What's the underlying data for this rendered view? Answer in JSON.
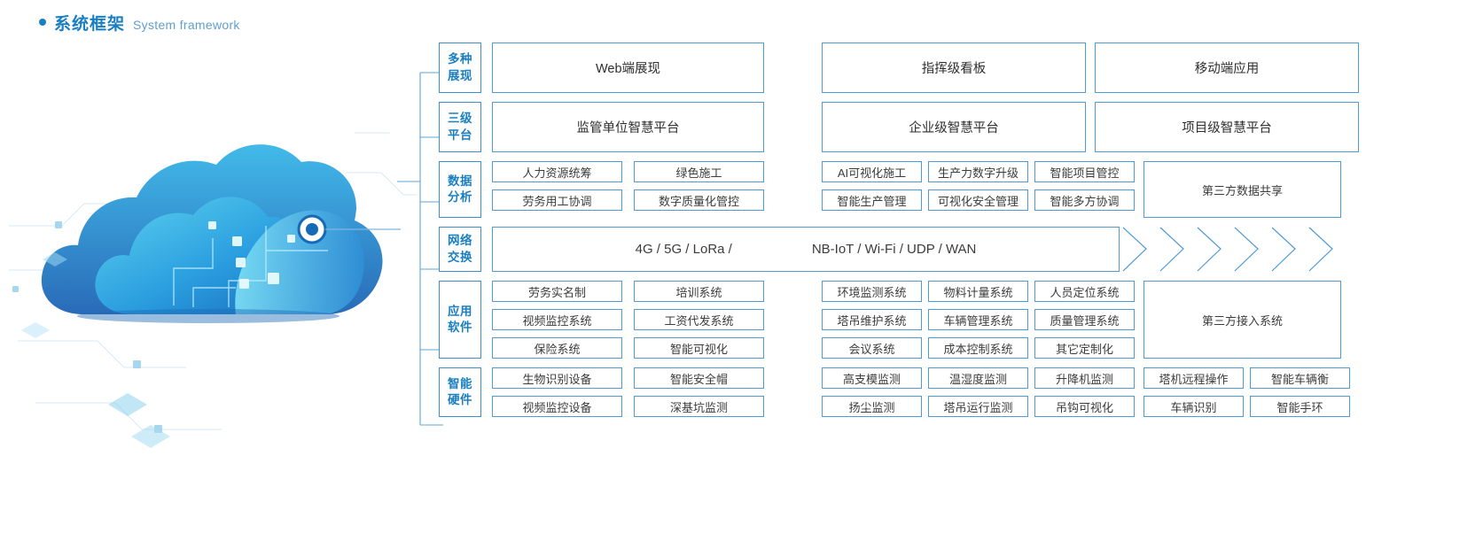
{
  "header": {
    "title_cn": "系统框架",
    "title_en": "System framework",
    "bullet_icon": "bullet-dot-icon",
    "accent_color": "#1a7fc1"
  },
  "illustration": {
    "name": "cloud-network-illustration",
    "node_icon": "network-node-icon"
  },
  "colors": {
    "label_text": "#1a7fc1",
    "box_border": "#4e9ad6",
    "label_border": "#3d8ecf",
    "cell_text": "#3c3c3c"
  },
  "rows": [
    {
      "id": "presentation",
      "label": "多种展现",
      "label_lines": [
        "多种",
        "展现"
      ],
      "cells": [
        "Web端展现",
        "指挥级看板",
        "移动端应用"
      ]
    },
    {
      "id": "three-tier-platform",
      "label": "三级平台",
      "label_lines": [
        "三级",
        "平台"
      ],
      "cells": [
        "监管单位智慧平台",
        "企业级智慧平台",
        "项目级智慧平台"
      ]
    },
    {
      "id": "data-analysis",
      "label": "数据分析",
      "label_lines": [
        "数据",
        "分析"
      ],
      "left_group": [
        [
          "人力资源统筹",
          "劳务用工协调"
        ],
        [
          "绿色施工",
          "数字质量化管控"
        ]
      ],
      "mid_group": [
        [
          "AI可视化施工",
          "智能生产管理"
        ],
        [
          "生产力数字升级",
          "可视化安全管理"
        ],
        [
          "智能项目管控",
          "智能多方协调"
        ]
      ],
      "third_party": "第三方数据共享"
    },
    {
      "id": "network-exchange",
      "label": "网络交换",
      "label_lines": [
        "网络",
        "交换"
      ],
      "net_left": "4G / 5G / LoRa /",
      "net_right": "NB-IoT / Wi-Fi / UDP / WAN",
      "chevron_icon": "chevron-right-icon",
      "chevron_count": 6
    },
    {
      "id": "application-software",
      "label": "应用软件",
      "label_lines": [
        "应用",
        "软件"
      ],
      "left_group": [
        [
          "劳务实名制",
          "视频监控系统",
          "保险系统"
        ],
        [
          "培训系统",
          "工资代发系统",
          "智能可视化"
        ]
      ],
      "mid_group": [
        [
          "环境监测系统",
          "塔吊维护系统",
          "会议系统"
        ],
        [
          "物料计量系统",
          "车辆管理系统",
          "成本控制系统"
        ],
        [
          "人员定位系统",
          "质量管理系统",
          "其它定制化"
        ]
      ],
      "third_party": "第三方接入系统"
    },
    {
      "id": "smart-hardware",
      "label": "智能硬件",
      "label_lines": [
        "智能",
        "硬件"
      ],
      "left_group": [
        [
          "生物识别设备",
          "视频监控设备"
        ],
        [
          "智能安全帽",
          "深基坑监测"
        ]
      ],
      "mid_group": [
        [
          "高支模监测",
          "扬尘监测"
        ],
        [
          "温湿度监测",
          "塔吊运行监测"
        ],
        [
          "升降机监测",
          "吊钩可视化"
        ]
      ],
      "right_group": [
        [
          "塔机远程操作",
          "车辆识别"
        ],
        [
          "智能车辆衡",
          "智能手环"
        ]
      ]
    }
  ]
}
